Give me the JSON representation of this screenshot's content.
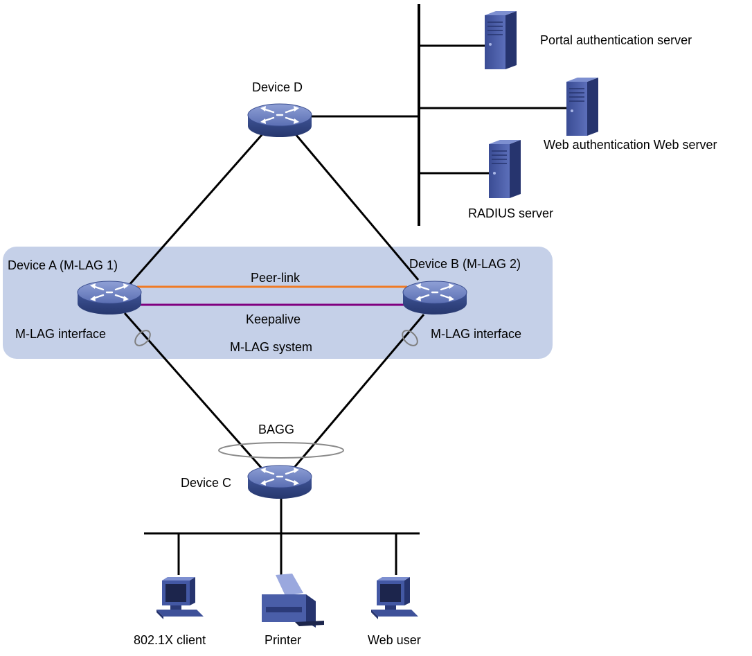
{
  "labels": {
    "device_d": "Device D",
    "device_a": "Device A (M-LAG 1)",
    "device_b": "Device B (M-LAG 2)",
    "device_c": "Device C",
    "peer_link": "Peer-link",
    "keepalive": "Keepalive",
    "mlag_interface_a": "M-LAG interface",
    "mlag_interface_b": "M-LAG interface",
    "mlag_system": "M-LAG system",
    "bagg": "BAGG",
    "portal_server": "Portal authentication server",
    "web_server": "Web authentication Web server",
    "radius_server": "RADIUS server",
    "client_8021x": "802.1X client",
    "printer": "Printer",
    "web_user": "Web user"
  },
  "colors": {
    "mlag_system_bg": "#c5d0e8",
    "peer_link": "#f07a24",
    "keepalive": "#800080",
    "link": "#000000",
    "device": "#4d63a8"
  },
  "icons": {
    "switch": "router-switch-icon",
    "server": "server-tower-icon",
    "pc": "desktop-pc-icon",
    "printer": "printer-icon"
  }
}
